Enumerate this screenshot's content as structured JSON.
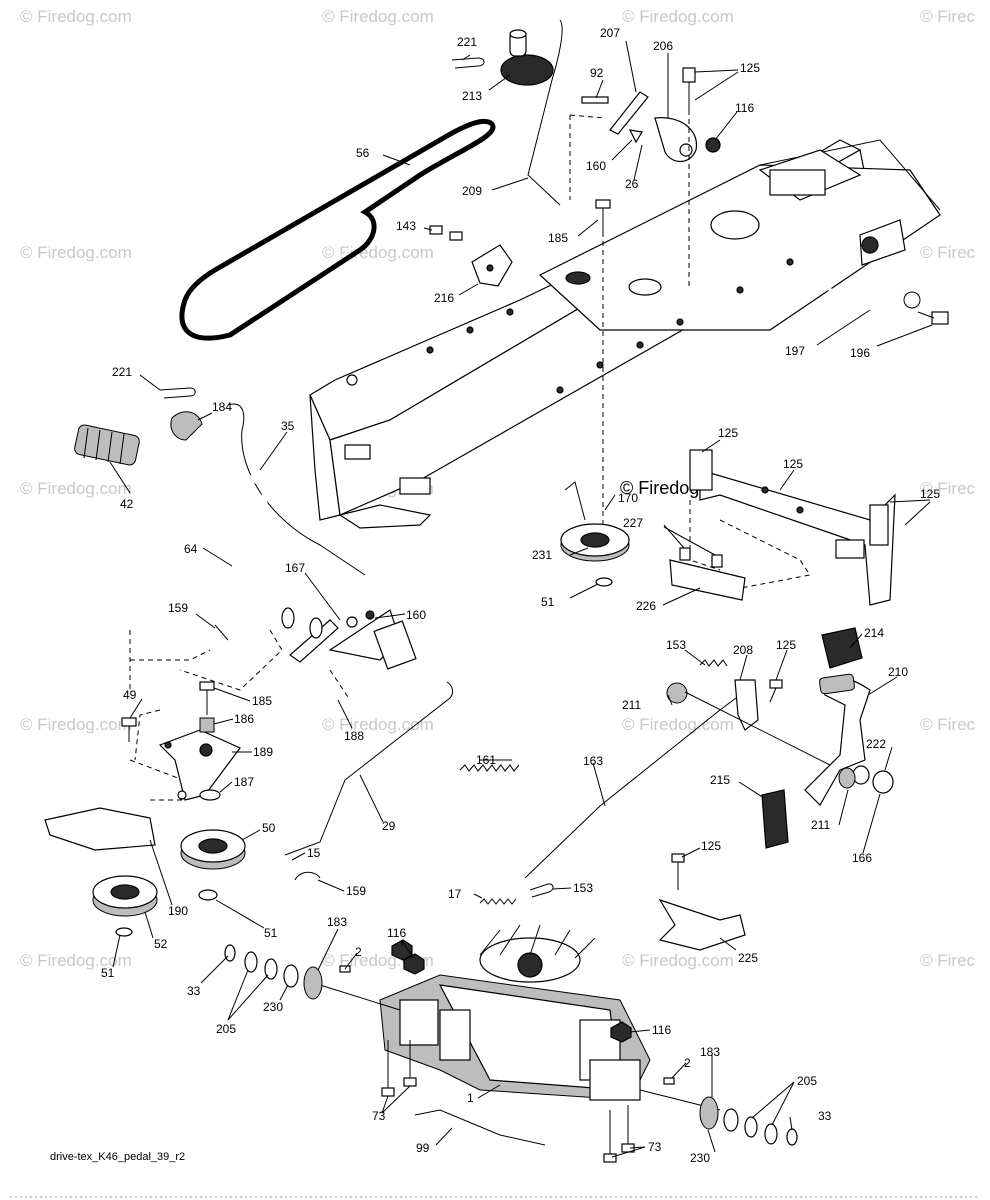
{
  "footer_label": "drive-tex_K46_pedal_39_r2",
  "watermark": "© Firedog.com",
  "partial_watermark": "© Firec",
  "callouts": [
    {
      "id": "c221a",
      "label": "221"
    },
    {
      "id": "c213",
      "label": "213"
    },
    {
      "id": "c207",
      "label": "207"
    },
    {
      "id": "c206",
      "label": "206"
    },
    {
      "id": "c125a",
      "label": "125"
    },
    {
      "id": "c92",
      "label": "92"
    },
    {
      "id": "c116a",
      "label": "116"
    },
    {
      "id": "c56",
      "label": "56"
    },
    {
      "id": "c160a",
      "label": "160"
    },
    {
      "id": "c26",
      "label": "26"
    },
    {
      "id": "c209",
      "label": "209"
    },
    {
      "id": "c143",
      "label": "143"
    },
    {
      "id": "c185a",
      "label": "185"
    },
    {
      "id": "c216",
      "label": "216"
    },
    {
      "id": "c197",
      "label": "197"
    },
    {
      "id": "c196",
      "label": "196"
    },
    {
      "id": "c221b",
      "label": "221"
    },
    {
      "id": "c184",
      "label": "184"
    },
    {
      "id": "c35",
      "label": "35"
    },
    {
      "id": "c42",
      "label": "42"
    },
    {
      "id": "c125b",
      "label": "125"
    },
    {
      "id": "c125c",
      "label": "125"
    },
    {
      "id": "c170",
      "label": "170"
    },
    {
      "id": "c125d",
      "label": "125"
    },
    {
      "id": "c227",
      "label": "227"
    },
    {
      "id": "c231",
      "label": "231"
    },
    {
      "id": "c64",
      "label": "64"
    },
    {
      "id": "c51a",
      "label": "51"
    },
    {
      "id": "c226",
      "label": "226"
    },
    {
      "id": "c167",
      "label": "167"
    },
    {
      "id": "c160b",
      "label": "160"
    },
    {
      "id": "c159a",
      "label": "159"
    },
    {
      "id": "c214",
      "label": "214"
    },
    {
      "id": "c153a",
      "label": "153"
    },
    {
      "id": "c208",
      "label": "208"
    },
    {
      "id": "c125e",
      "label": "125"
    },
    {
      "id": "c210",
      "label": "210"
    },
    {
      "id": "c49",
      "label": "49"
    },
    {
      "id": "c185b",
      "label": "185"
    },
    {
      "id": "c186",
      "label": "186"
    },
    {
      "id": "c211a",
      "label": "211"
    },
    {
      "id": "c188",
      "label": "188"
    },
    {
      "id": "c189",
      "label": "189"
    },
    {
      "id": "c222",
      "label": "222"
    },
    {
      "id": "c187",
      "label": "187"
    },
    {
      "id": "c161",
      "label": "161"
    },
    {
      "id": "c163",
      "label": "163"
    },
    {
      "id": "c215",
      "label": "215"
    },
    {
      "id": "c50",
      "label": "50"
    },
    {
      "id": "c29",
      "label": "29"
    },
    {
      "id": "c211b",
      "label": "211"
    },
    {
      "id": "c166",
      "label": "166"
    },
    {
      "id": "c15",
      "label": "15"
    },
    {
      "id": "c125f",
      "label": "125"
    },
    {
      "id": "c159b",
      "label": "159"
    },
    {
      "id": "c190",
      "label": "190"
    },
    {
      "id": "c17",
      "label": "17"
    },
    {
      "id": "c153b",
      "label": "153"
    },
    {
      "id": "c51b",
      "label": "51"
    },
    {
      "id": "c183a",
      "label": "183"
    },
    {
      "id": "c116b",
      "label": "116"
    },
    {
      "id": "c225",
      "label": "225"
    },
    {
      "id": "c52",
      "label": "52"
    },
    {
      "id": "c2a",
      "label": "2"
    },
    {
      "id": "c51c",
      "label": "51"
    },
    {
      "id": "c33a",
      "label": "33"
    },
    {
      "id": "c230a",
      "label": "230"
    },
    {
      "id": "c205a",
      "label": "205"
    },
    {
      "id": "c116c",
      "label": "116"
    },
    {
      "id": "c2b",
      "label": "2"
    },
    {
      "id": "c183b",
      "label": "183"
    },
    {
      "id": "c1",
      "label": "1"
    },
    {
      "id": "c205b",
      "label": "205"
    },
    {
      "id": "c73a",
      "label": "73"
    },
    {
      "id": "c33b",
      "label": "33"
    },
    {
      "id": "c99",
      "label": "99"
    },
    {
      "id": "c73b",
      "label": "73"
    },
    {
      "id": "c230b",
      "label": "230"
    }
  ]
}
